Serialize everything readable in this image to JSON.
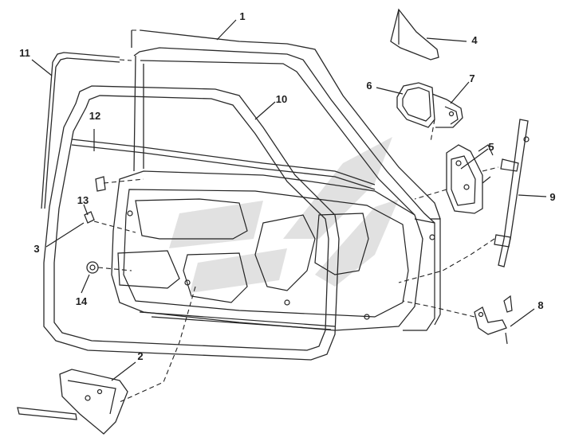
{
  "title": "",
  "colors": {
    "line": "#222222",
    "background": "#ffffff",
    "watermark": "#d9d9d9"
  },
  "callouts": [
    {
      "id": "p1",
      "text": "1"
    },
    {
      "id": "p2",
      "text": "2"
    },
    {
      "id": "p3",
      "text": "3"
    },
    {
      "id": "p4",
      "text": "4"
    },
    {
      "id": "p5",
      "text": "5"
    },
    {
      "id": "p6",
      "text": "6"
    },
    {
      "id": "p7",
      "text": "7"
    },
    {
      "id": "p8",
      "text": "8"
    },
    {
      "id": "p9",
      "text": "9"
    },
    {
      "id": "p10",
      "text": "10"
    },
    {
      "id": "p11",
      "text": "11"
    },
    {
      "id": "p12",
      "text": "12"
    },
    {
      "id": "p13",
      "text": "13"
    },
    {
      "id": "p14",
      "text": "14"
    }
  ],
  "parts": [
    {
      "number": "1",
      "depicts": "door-outer-frame"
    },
    {
      "number": "2",
      "depicts": "lower-hinge-bracket"
    },
    {
      "number": "3",
      "depicts": "clip-fastener"
    },
    {
      "number": "4",
      "depicts": "corner-trim-cover"
    },
    {
      "number": "5",
      "depicts": "window-regulator-motor-bracket"
    },
    {
      "number": "6",
      "depicts": "mirror-glass"
    },
    {
      "number": "7",
      "depicts": "mirror-housing"
    },
    {
      "number": "8",
      "depicts": "door-lock-mechanism"
    },
    {
      "number": "9",
      "depicts": "window-guide-rail"
    },
    {
      "number": "10",
      "depicts": "door-weatherstrip"
    },
    {
      "number": "11",
      "depicts": "outer-belt-strip"
    },
    {
      "number": "12",
      "depicts": "inner-belt-strip"
    },
    {
      "number": "13",
      "depicts": "clip"
    },
    {
      "number": "14",
      "depicts": "nut"
    }
  ]
}
